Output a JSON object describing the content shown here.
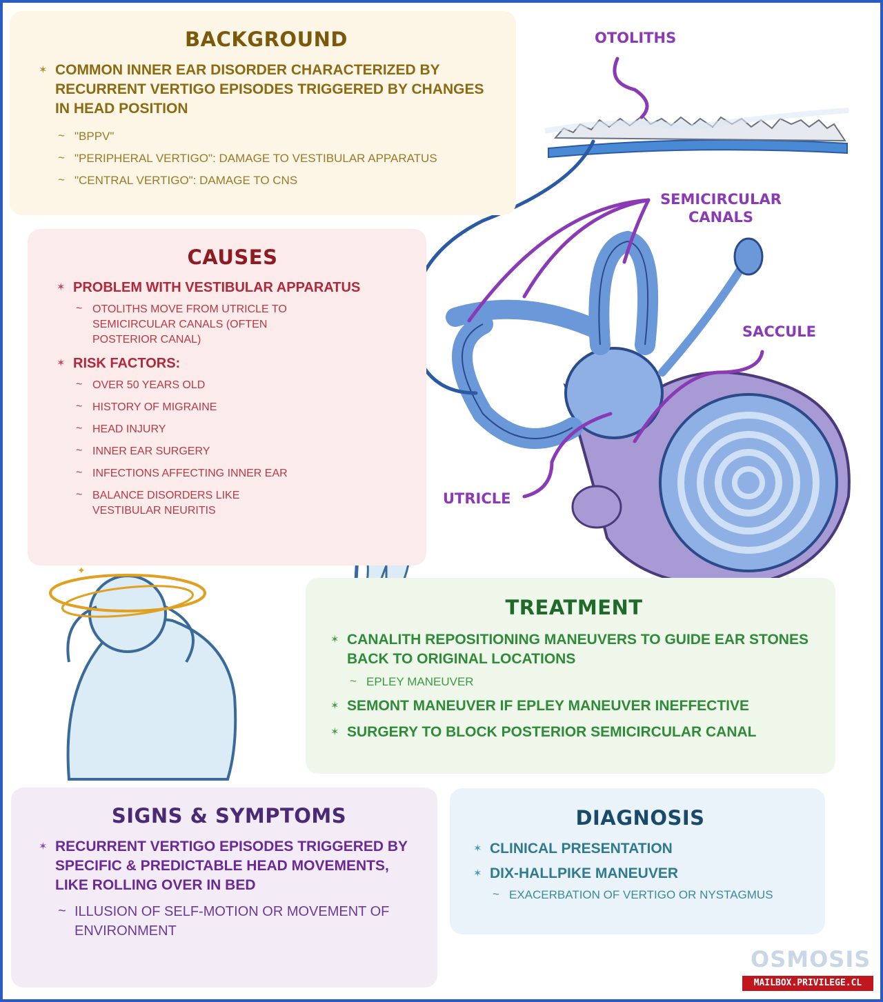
{
  "background": {
    "title": "BACKGROUND",
    "point": "COMMON INNER EAR DISORDER CHARACTERIZED by RECURRENT VERTIGO EPISODES TRIGGERED by CHANGES in HEAD POSITION",
    "subpoints": [
      "\"BPPV\"",
      "\"PERIPHERAL VERTIGO\": DAMAGE to VESTIBULAR APPARATUS",
      "\"CENTRAL VERTIGO\": DAMAGE to CNS"
    ]
  },
  "causes": {
    "title": "CAUSES",
    "problem": "PROBLEM with VESTIBULAR APPARATUS",
    "problem_sub": "OTOLITHS MOVE from UTRICLE to SEMICIRCULAR CANALS (OFTEN POSTERIOR CANAL)",
    "risk_title": "RISK FACTORS:",
    "risk_factors": [
      "OVER 50 YEARS OLD",
      "HISTORY of MIGRAINE",
      "HEAD INJURY",
      "INNER EAR SURGERY",
      "INFECTIONS affecting INNER EAR",
      "BALANCE DISORDERS like VESTIBULAR NEURITIS"
    ]
  },
  "treatment": {
    "title": "TREATMENT",
    "item1": "CANALITH REPOSITIONING MANEUVERS to GUIDE EAR STONES BACK to ORIGINAL LOCATIONS",
    "item1_sub": "EPLEY MANEUVER",
    "item2": "SEMONT MANEUVER if EPLEY MANEUVER INEFFECTIVE",
    "item3": "SURGERY to BLOCK POSTERIOR SEMICIRCULAR CANAL"
  },
  "signs": {
    "title": "SIGNS & SYMPTOMS",
    "item1": "RECURRENT VERTIGO EPISODES TRIGGERED by SPECIFIC & PREDICTABLE HEAD MOVEMENTS, like ROLLING OVER in BED",
    "item1_sub": "ILLUSION of SELF-MOTION or MOVEMENT of ENVIRONMENT"
  },
  "diagnosis": {
    "title": "DIAGNOSIS",
    "item1": "CLINICAL PRESENTATION",
    "item2": "DIX-HALLPIKE MANEUVER",
    "item2_sub": "EXACERBATION of VERTIGO or NYSTAGMUS"
  },
  "labels": {
    "otoliths": "OTOLITHS",
    "semicircular_line1": "SEMICIRCULAR",
    "semicircular_line2": "CANALS",
    "saccule": "SACCULE",
    "utricle": "UTRICLE"
  },
  "brand": "OSMOSIS",
  "watermark": "MAILBOX.PRIVILEGE.CL",
  "colors": {
    "frame": "#2a5bbf",
    "background_panel": "#fdf6e6",
    "causes_panel": "#fcebeb",
    "treatment_panel": "#eef7ea",
    "signs_panel": "#f3ecf7",
    "diagnosis_panel": "#eaf3f9",
    "label_purple": "#8a3ab4",
    "ear_blue": "#7aa8e0",
    "ear_purple": "#a89ad4"
  }
}
